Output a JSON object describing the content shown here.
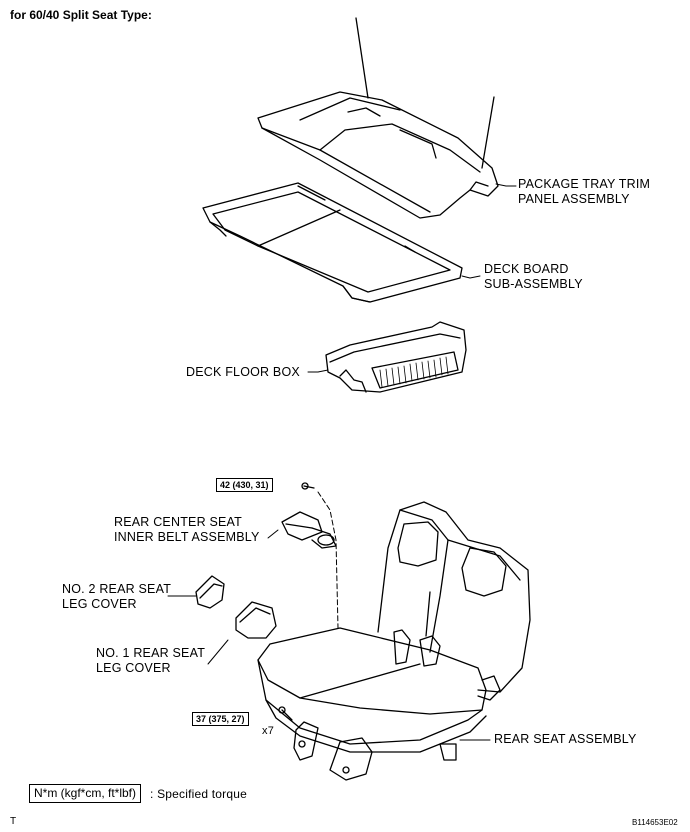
{
  "heading": "for 60/40 Split Seat Type:",
  "labels": {
    "package_tray_line1": "PACKAGE TRAY TRIM",
    "package_tray_line2": "PANEL ASSEMBLY",
    "deck_board_line1": "DECK BOARD",
    "deck_board_line2": "SUB-ASSEMBLY",
    "deck_floor_box": "DECK FLOOR BOX",
    "center_belt_line1": "REAR CENTER SEAT",
    "center_belt_line2": "INNER BELT ASSEMBLY",
    "no2_cover_line1": "NO. 2 REAR SEAT",
    "no2_cover_line2": "LEG COVER",
    "no1_cover_line1": "NO. 1 REAR SEAT",
    "no1_cover_line2": "LEG COVER",
    "rear_seat": "REAR SEAT ASSEMBLY"
  },
  "torques": {
    "belt_bolt": "42 (430, 31)",
    "seat_bolts": "37 (375, 27)",
    "seat_bolts_qty": "x7"
  },
  "legend": {
    "unit": "N*m (kgf*cm, ft*lbf)",
    "text": ": Specified torque"
  },
  "footer": {
    "left_mark": "T",
    "figure_code": "B114653E02"
  }
}
